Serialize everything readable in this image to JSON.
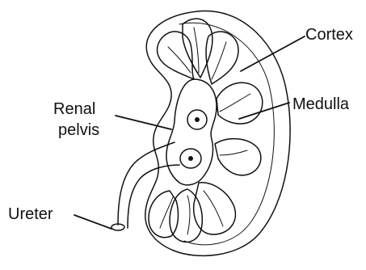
{
  "labels": {
    "cortex": "Cortex",
    "medulla": "Medulla",
    "renal_pelvis_line1": "Renal",
    "renal_pelvis_line2": "pelvis",
    "ureter": "Ureter"
  },
  "colors": {
    "ink": "#111111",
    "background": "#ffffff"
  }
}
